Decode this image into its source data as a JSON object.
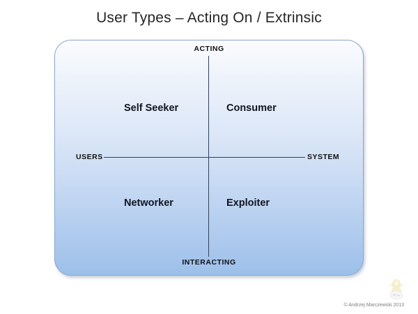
{
  "slide": {
    "title": "User Types – Acting On / Extrinsic",
    "background_color": "#ffffff"
  },
  "matrix": {
    "panel": {
      "border_color": "#8aa8c8",
      "gradient_top_color": "#fbfcfe",
      "gradient_bottom_color": "#9cc0ea",
      "corner_radius": "24px"
    },
    "axes": {
      "line_color": "#31415a",
      "top_label": "ACTING",
      "bottom_label": "INTERACTING",
      "left_label": "USERS",
      "right_label": "SYSTEM"
    },
    "quadrants": [
      {
        "id": "top-left",
        "label": "Self Seeker"
      },
      {
        "id": "top-right",
        "label": "Consumer"
      },
      {
        "id": "bottom-left",
        "label": "Networker"
      },
      {
        "id": "bottom-right",
        "label": "Exploiter"
      }
    ]
  },
  "footer": {
    "copyright": "© Andrzej Marczewski 2013",
    "logo_icon": "mascot-logo-icon",
    "logo_color": "#e8d98a"
  }
}
